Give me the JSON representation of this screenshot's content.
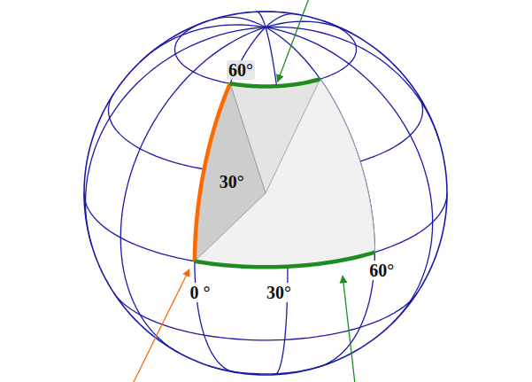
{
  "diagram": {
    "labels": [
      "60°",
      "30°",
      "0 °",
      "30°",
      "60°"
    ]
  }
}
